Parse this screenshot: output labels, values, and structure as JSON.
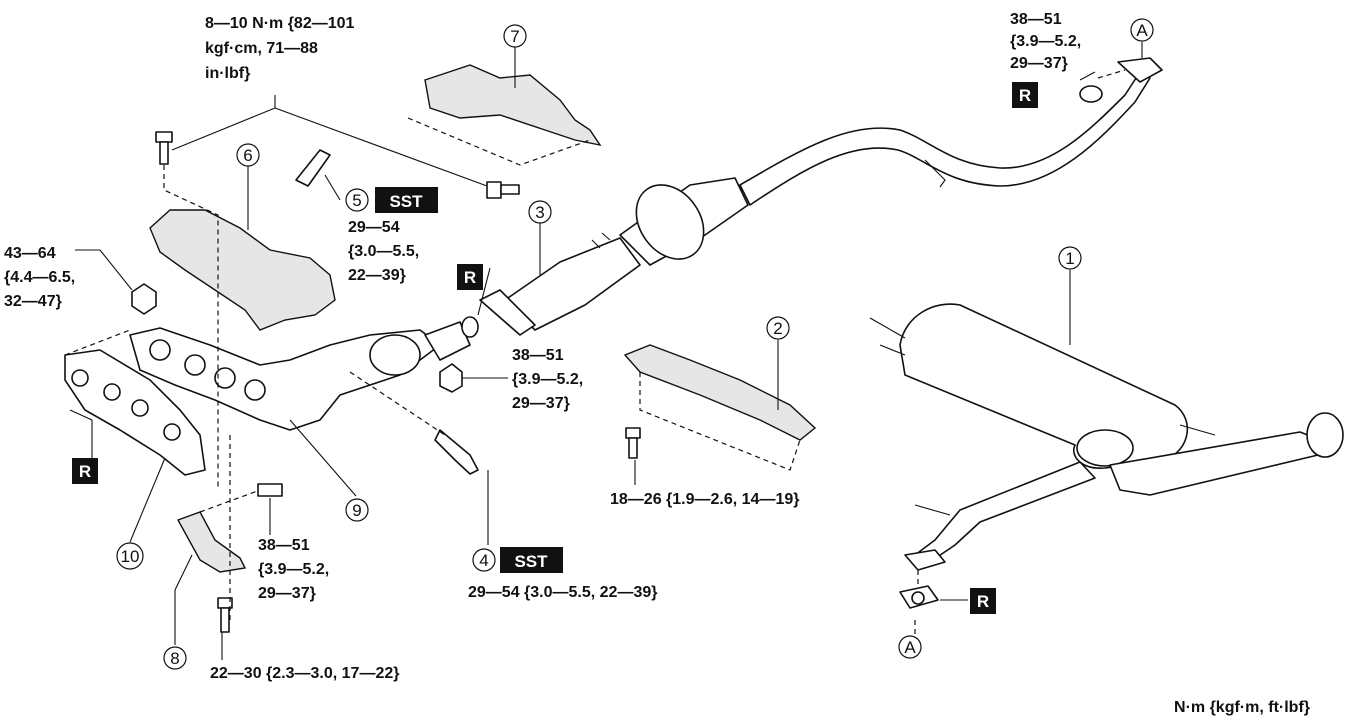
{
  "torque_labels": {
    "heat_insulator_bolts": [
      "8—10 N·m {82—101",
      "kgf·cm, 71—88",
      "in·lbf}"
    ],
    "rear_flange_nut": [
      "38—51",
      "{3.9—5.2,",
      "29—37}"
    ],
    "manifold_nut": [
      "43—64",
      "{4.4—6.5,",
      "32—47}"
    ],
    "sensor_5": [
      "29—54",
      "{3.0—5.5,",
      "22—39}"
    ],
    "front_flange_nut": [
      "38—51",
      "{3.9—5.2,",
      "29—37}"
    ],
    "bracket_bolt": "18—26 {1.9—2.6, 14—19}",
    "support_bolt_upper": [
      "38—51",
      "{3.9—5.2,",
      "29—37}"
    ],
    "sensor_4": "29—54 {3.0—5.5, 22—39}",
    "support_bolt_lower": "22—30 {2.3—3.0, 17—22}"
  },
  "callouts": {
    "c1": "1",
    "c2": "2",
    "c3": "3",
    "c4": "4",
    "c5": "5",
    "c6": "6",
    "c7": "7",
    "c8": "8",
    "c9": "9",
    "c10": "10",
    "a_top": "A",
    "a_bottom": "A"
  },
  "badges": {
    "sst": "SST",
    "replace": "R"
  },
  "units_note": "N·m {kgf·m, ft·lbf}"
}
